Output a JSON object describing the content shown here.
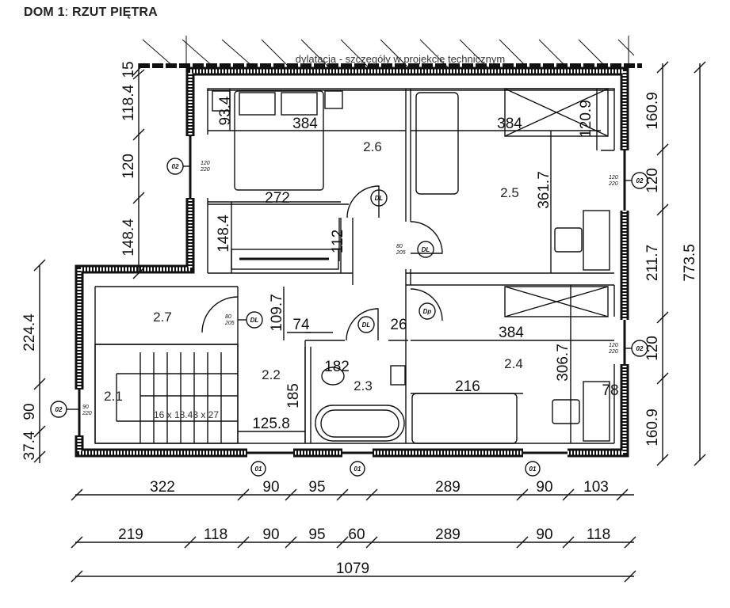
{
  "title": {
    "main": "DOM 1",
    "sub": "RZUT PIĘTRA"
  },
  "note": "dylatacja - szczegóły w projekcie technicznym",
  "rooms": {
    "r21": "2.1",
    "r22": "2.2",
    "r23": "2.3",
    "r24": "2.4",
    "r25": "2.5",
    "r26": "2.6",
    "r27": "2.7"
  },
  "stairs": "16 x 18.43 x 27",
  "dims_left_outer": [
    "15",
    "118.4",
    "120",
    "148.4"
  ],
  "dims_left_lower": [
    "224.4",
    "90",
    "37.4"
  ],
  "dims_right": [
    "160.9",
    "120",
    "211.7",
    "120",
    "160.9"
  ],
  "dim_total_height": "773.5",
  "dims_bottom_row1": [
    "322",
    "90",
    "95",
    "289",
    "90",
    "103"
  ],
  "dims_bottom_row2": [
    "219",
    "118",
    "90",
    "95",
    "60",
    "289",
    "90",
    "118"
  ],
  "dim_total_width": "1079",
  "dims_interior": {
    "d934": "93.4",
    "d384a": "384",
    "d272": "272",
    "d1484": "148.4",
    "d112": "112",
    "d384b": "384",
    "d1209": "120.9",
    "d3617": "361.7",
    "d1097": "109.7",
    "d74": "74",
    "d26": "26",
    "d384c": "384",
    "d182": "182",
    "d3067": "306.7",
    "d216": "216",
    "d78": "78",
    "d185": "185",
    "d1258": "125.8"
  },
  "tags": {
    "window": "02",
    "door": "DL",
    "door_p": "Dp",
    "window_bottom": "01"
  },
  "openings": {
    "w120": [
      "120",
      "220"
    ],
    "d80": [
      "80",
      "205"
    ],
    "w90": [
      "90",
      "220"
    ]
  }
}
